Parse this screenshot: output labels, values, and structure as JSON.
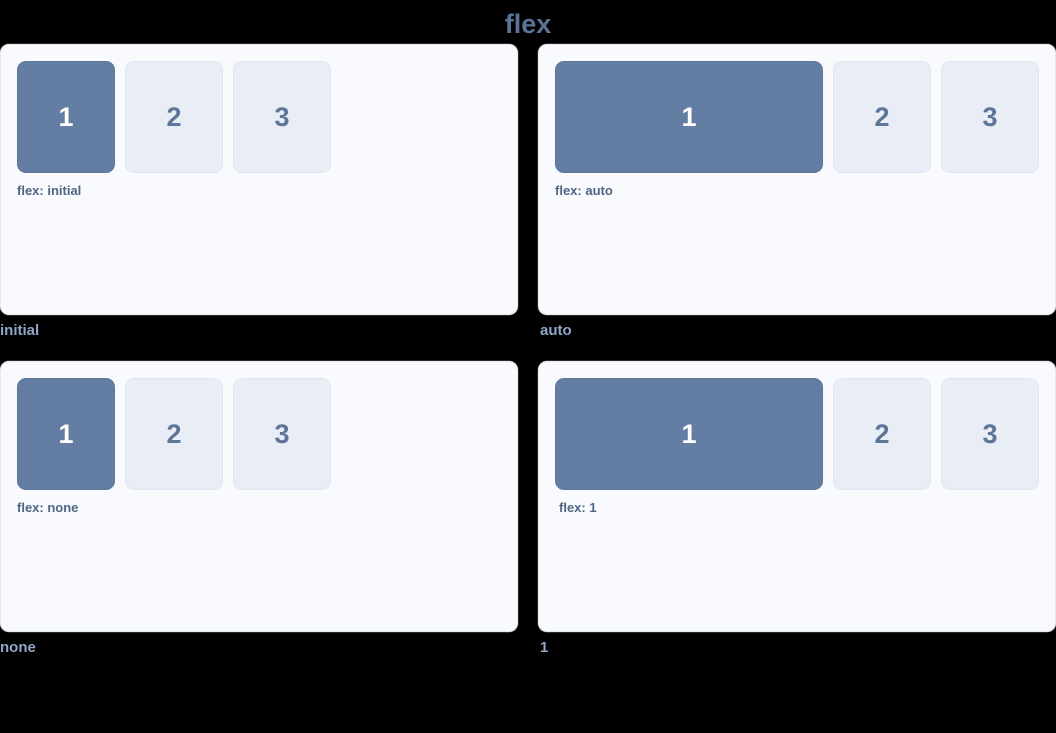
{
  "title": "flex",
  "colors": {
    "background": "#000000",
    "panel_bg": "#f9fafd",
    "primary_box": "#637da3",
    "muted_box": "#e9edf6",
    "title_text": "#5b7396",
    "note_text": "#4e6585",
    "caption_text": "#8fa7c6"
  },
  "demos": [
    {
      "caption": "initial",
      "note": "flex: initial",
      "boxes": [
        {
          "label": "1",
          "style": "primary"
        },
        {
          "label": "2",
          "style": "muted"
        },
        {
          "label": "3",
          "style": "muted"
        }
      ]
    },
    {
      "caption": "auto",
      "note": "flex: auto",
      "boxes": [
        {
          "label": "1",
          "style": "primary"
        },
        {
          "label": "2",
          "style": "muted"
        },
        {
          "label": "3",
          "style": "muted"
        }
      ]
    },
    {
      "caption": "none",
      "note": "flex: none",
      "boxes": [
        {
          "label": "1",
          "style": "primary"
        },
        {
          "label": "2",
          "style": "muted"
        },
        {
          "label": "3",
          "style": "muted"
        }
      ]
    },
    {
      "caption": "1",
      "note": "flex: 1",
      "boxes": [
        {
          "label": "1",
          "style": "primary"
        },
        {
          "label": "2",
          "style": "muted"
        },
        {
          "label": "3",
          "style": "muted"
        }
      ]
    }
  ]
}
